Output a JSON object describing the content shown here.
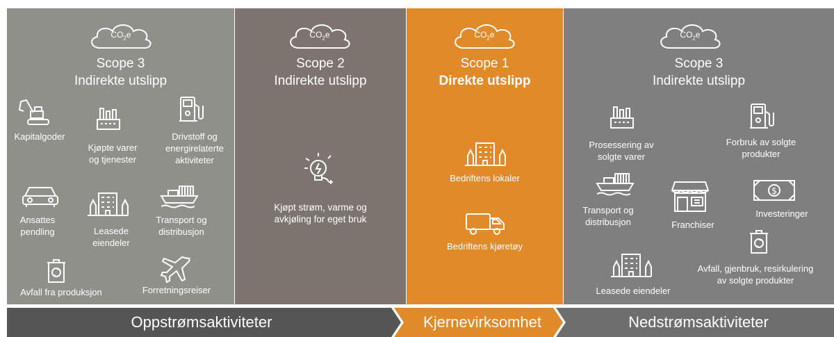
{
  "panels": {
    "upstream_scope3": {
      "co2": "CO",
      "co2_sub": "2",
      "co2_e": "e",
      "title": "Scope 3",
      "subtitle": "Indirekte utslipp",
      "items": {
        "kapitalgoder": "Kapitalgoder",
        "kjopte_varer_1": "Kjøpte varer",
        "kjopte_varer_2": "og tjenester",
        "drivstoff_1": "Drivstoff og",
        "drivstoff_2": "energirelaterte",
        "drivstoff_3": "aktiviteter",
        "ansattes_1": "Ansattes",
        "ansattes_2": "pendling",
        "leasede_1": "Leasede",
        "leasede_2": "eiendeler",
        "transport_1": "Transport og",
        "transport_2": "distribusjon",
        "avfall": "Avfall fra produksjon",
        "forretningsreiser": "Forretningsreiser"
      }
    },
    "scope2": {
      "co2": "CO",
      "co2_sub": "2",
      "co2_e": "e",
      "title": "Scope 2",
      "subtitle": "Indirekte utslipp",
      "items": {
        "strom_1": "Kjøpt strøm, varme og",
        "strom_2": "avkjøling for eget bruk"
      }
    },
    "scope1": {
      "co2": "CO",
      "co2_sub": "2",
      "co2_e": "e",
      "title": "Scope 1",
      "subtitle": "Direkte utslipp",
      "items": {
        "lokaler": "Bedriftens lokaler",
        "kjoretoy": "Bedriftens kjøretøy"
      }
    },
    "downstream_scope3": {
      "co2": "CO",
      "co2_sub": "2",
      "co2_e": "e",
      "title": "Scope 3",
      "subtitle": "Indirekte utslipp",
      "items": {
        "prosessering_1": "Prosessering av",
        "prosessering_2": "solgte varer",
        "forbruk_1": "Forbruk av solgte",
        "forbruk_2": "produkter",
        "transport_1": "Transport og",
        "transport_2": "distribusjon",
        "franchiser": "Franchiser",
        "investeringer": "Investeringer",
        "leasede": "Leasede eiendeler",
        "avfall_1": "Avfall, gjenbruk, resirkulering",
        "avfall_2": "av solgte produkter"
      }
    }
  },
  "bottom_bar": {
    "upstream": "Oppstrømsaktiviteter",
    "core": "Kjernevirksomhet",
    "downstream": "Nedstrømsaktiviteter"
  },
  "colors": {
    "upstream_panel": "#8f908a",
    "scope2_panel": "#7d746f",
    "scope1_panel": "#e08a2a",
    "downstream_panel": "#7f7f7f",
    "bar_dark": "#555555",
    "bar_light": "#6e6e6e",
    "accent": "#e08a2a"
  },
  "icons": [
    "cloud-icon",
    "excavator-icon",
    "factory-icon",
    "fuel-pump-icon",
    "car-icon",
    "office-building-icon",
    "cargo-ship-icon",
    "recycle-bin-icon",
    "airplane-icon",
    "lightbulb-plug-icon",
    "truck-icon",
    "storefront-icon",
    "banknote-icon"
  ]
}
